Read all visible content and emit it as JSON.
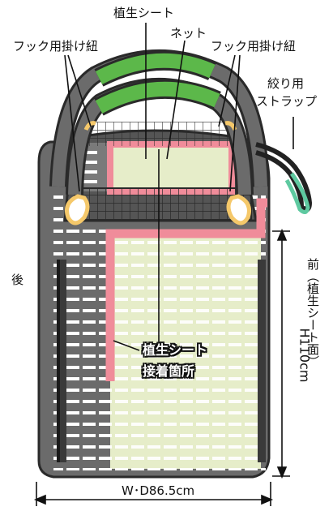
{
  "labels": {
    "vegetation_sheet": "植生シート",
    "hook_cord_left": "フック用掛け紐",
    "net": "ネット",
    "hook_cord_right": "フック用掛け紐",
    "tie_strap_line1": "絞り用",
    "tie_strap_line2": "ストラップ",
    "back": "後",
    "front": "前（植生シート面）",
    "height": "H110cm",
    "width": "W･D86.5cm",
    "attach_line1": "植生シート",
    "attach_line2": "接着箇所"
  },
  "colors": {
    "bag_body": "#6b6b6b",
    "bag_outline": "#2a2a2a",
    "handle_green": "#5cb84a",
    "vegetation_sheet": "#e6edc9",
    "bonded_strip": "#f08c9a",
    "hook_loop": "#f5c86a",
    "strap_green": "#5ec9a0",
    "strap_dark": "#222222"
  }
}
